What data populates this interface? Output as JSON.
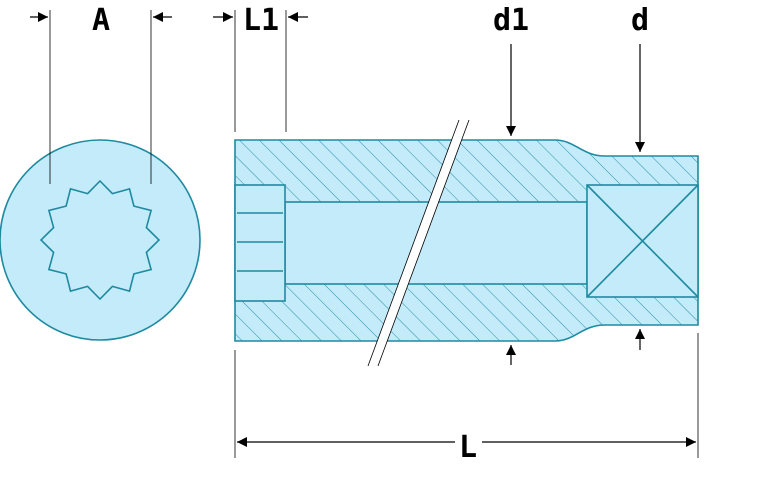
{
  "labels": {
    "a": "A",
    "l1": "L1",
    "d1": "d1",
    "d": "d",
    "l": "L"
  },
  "colors": {
    "fill": "#c3ebfa",
    "outline": "#1f8aa0",
    "hatch": "#2a8ea3",
    "dimension": "#000000"
  },
  "icons": {
    "arrow": "triangle-arrow-icon"
  }
}
